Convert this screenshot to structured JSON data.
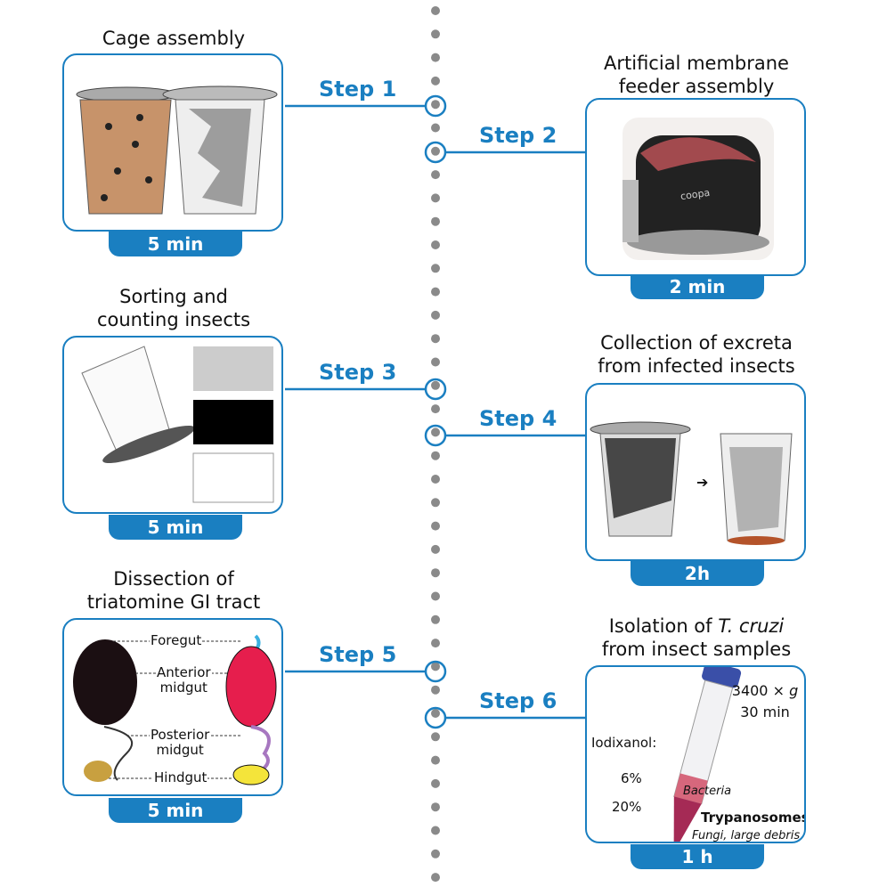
{
  "colors": {
    "accent": "#1a7fc1",
    "timeline_dot": "#8a8a8a"
  },
  "steps": [
    {
      "step_label": "Step 1",
      "title": "Cage assembly",
      "time": "5 min"
    },
    {
      "step_label": "Step 2",
      "title_line1": "Artificial membrane",
      "title_line2": "feeder assembly",
      "time": "2 min",
      "device_brand": "coopa"
    },
    {
      "step_label": "Step 3",
      "title_line1": "Sorting and",
      "title_line2": "counting insects",
      "time": "5 min"
    },
    {
      "step_label": "Step 4",
      "title_line1": "Collection of excreta",
      "title_line2": "from infected insects",
      "time": "2h"
    },
    {
      "step_label": "Step 5",
      "title_line1": "Dissection of",
      "title_line2": "triatomine GI tract",
      "time": "5 min",
      "labels": {
        "foregut": "Foregut",
        "anterior": "Anterior",
        "anterior2": "midgut",
        "posterior": "Posterior",
        "posterior2": "midgut",
        "hindgut": "Hindgut"
      }
    },
    {
      "step_label": "Step 6",
      "title_line1_pre": "Isolation of ",
      "title_line1_italic": "T. cruzi",
      "title_line2": "from insect samples",
      "time": "1 h",
      "centrifuge_speed_pre": "3400 × ",
      "centrifuge_speed_unit": "g",
      "centrifuge_time": "30 min",
      "iodixanol_label": "Iodixanol:",
      "pct_6": "6%",
      "pct_20": "20%",
      "bacteria": "Bacteria",
      "trypanosomes": "Trypanosomes",
      "fungi": "Fungi, large debris"
    }
  ]
}
